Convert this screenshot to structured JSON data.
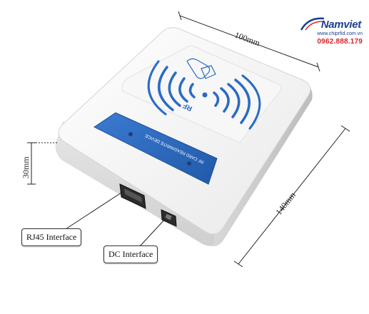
{
  "logo": {
    "brand": "Namviet",
    "url": "www.chiprfid.com.vn",
    "phone": "0962.888.179"
  },
  "dimensions": {
    "width": "100mm",
    "length": "140mm",
    "height": "30mm"
  },
  "device": {
    "panel_text": "RF CARD READ/WRITE DEVICE",
    "top_label": "RF"
  },
  "callouts": {
    "rj45": "RJ45 Interface",
    "dc": "DC Interface"
  },
  "colors": {
    "brand_blue": "#1b3f8f",
    "brand_red": "#d8232a",
    "panel_blue": "#2a6bc4",
    "body_white": "#f2f2f2"
  }
}
